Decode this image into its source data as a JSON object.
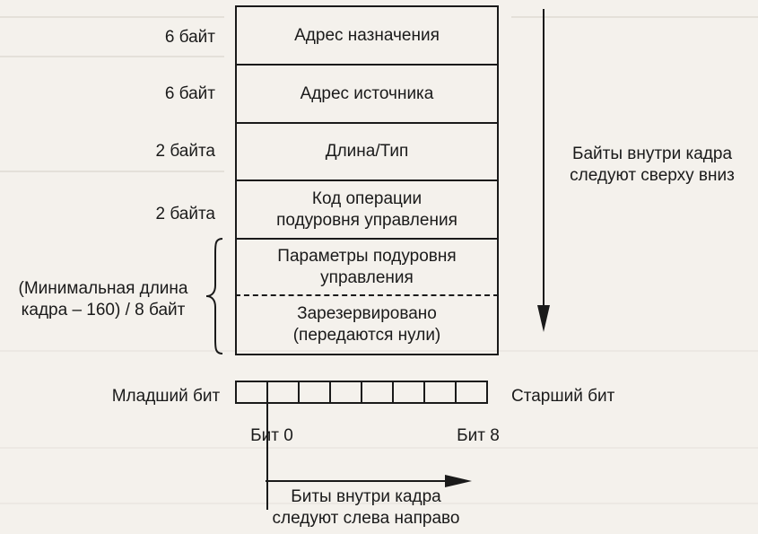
{
  "frame": {
    "fields": [
      {
        "size": "6 байт",
        "label": "Адрес назначения"
      },
      {
        "size": "6 байт",
        "label": "Адрес источника"
      },
      {
        "size": "2 байта",
        "label": "Длина/Тип"
      },
      {
        "size": "2 байта",
        "label_line1": "Код операции",
        "label_line2": "подуровня управления"
      },
      {
        "label_line1": "Параметры подуровня",
        "label_line2": "управления"
      },
      {
        "label_line1": "Зарезервировано",
        "label_line2": "(передаются нули)"
      }
    ],
    "min_length_note_line1": "(Минимальная длина",
    "min_length_note_line2": "кадра – 160) / 8 байт",
    "byte_order_line1": "Байты внутри кадра",
    "byte_order_line2": "следуют сверху вниз"
  },
  "bits": {
    "cell_count": 8,
    "lsb_label": "Младший бит",
    "msb_label": "Старший бит",
    "bit0_label": "Бит 0",
    "bit8_label": "Бит 8",
    "bit_order_line1": "Биты внутри кадра",
    "bit_order_line2": "следуют слева направо"
  }
}
